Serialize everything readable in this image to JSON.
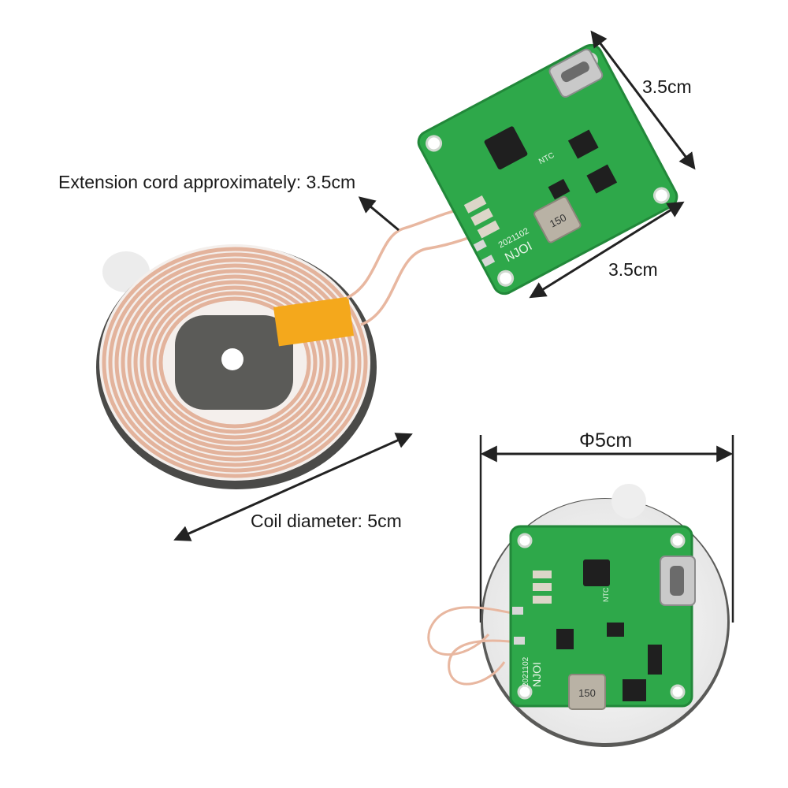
{
  "labels": {
    "extension_cord": "Extension cord approximately: 3.5cm",
    "board_width": "3.5cm",
    "board_height": "3.5cm",
    "coil_diameter": "Coil diameter: 5cm",
    "diameter_symbol": "Φ5cm"
  },
  "silkscreen": {
    "board_id": "NJOI",
    "date_code": "2021102",
    "ntc": "NTC",
    "inductor_code": "150"
  },
  "colors": {
    "pcb_green": "#2ea84a",
    "copper_wire": "#e8b7a0",
    "ferrite_core": "#5b5b58",
    "tape_yellow": "#f4a81c",
    "backing_disc": "#f2f2f2"
  }
}
